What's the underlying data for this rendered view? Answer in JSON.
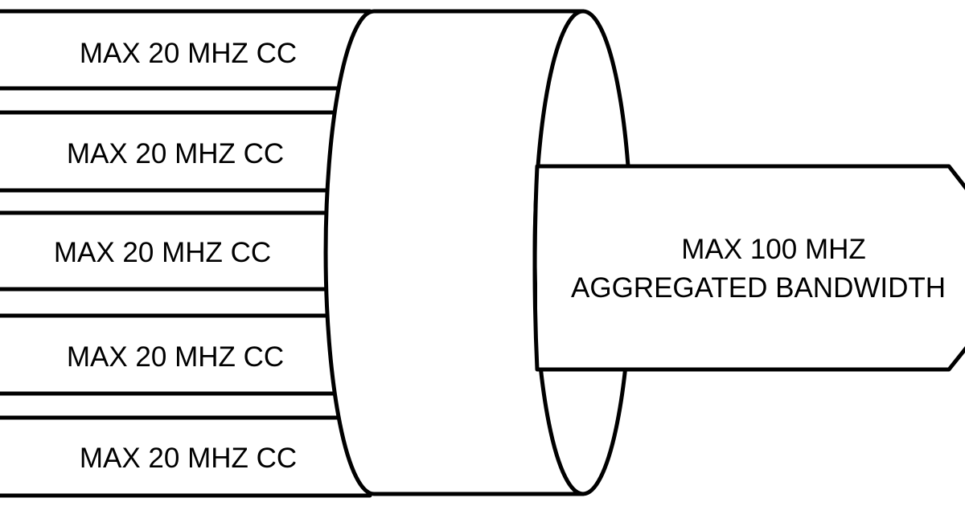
{
  "diagram": {
    "channels": [
      {
        "label": "MAX 20 MHZ CC"
      },
      {
        "label": "MAX 20 MHZ CC"
      },
      {
        "label": "MAX 20 MHZ CC"
      },
      {
        "label": "MAX 20 MHZ CC"
      },
      {
        "label": "MAX 20 MHZ CC"
      }
    ],
    "output": {
      "line1": "MAX 100 MHZ",
      "line2": "AGGREGATED BANDWIDTH"
    },
    "colors": {
      "stroke": "#000000",
      "fill": "#ffffff"
    }
  }
}
